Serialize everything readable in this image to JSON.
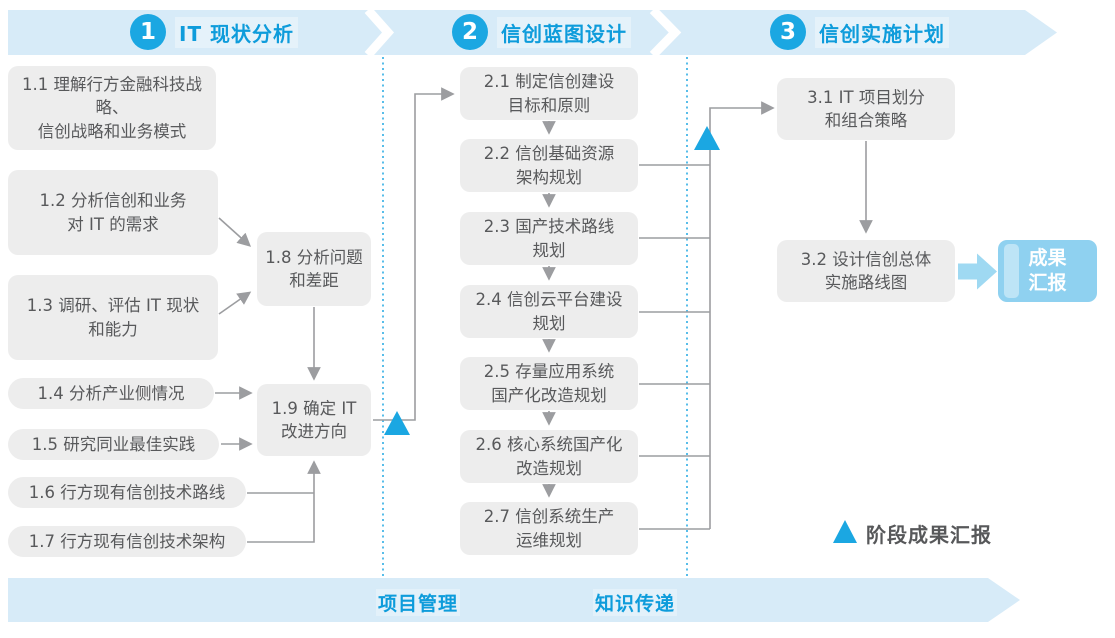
{
  "header": {
    "phases": [
      {
        "number": "1",
        "label": "IT 现状分析"
      },
      {
        "number": "2",
        "label": "信创蓝图设计"
      },
      {
        "number": "3",
        "label": "信创实施计划"
      }
    ]
  },
  "boxes": {
    "b11": {
      "text": "1.1 理解行方金融科技战略、\n信创战略和业务模式"
    },
    "b12": {
      "text": "1.2 分析信创和业务\n对 IT 的需求"
    },
    "b13": {
      "text": "1.3 调研、评估 IT 现状\n和能力"
    },
    "b14": {
      "text": "1.4 分析产业侧情况"
    },
    "b15": {
      "text": "1.5 研究同业最佳实践"
    },
    "b16": {
      "text": "1.6 行方现有信创技术路线"
    },
    "b17": {
      "text": "1.7 行方现有信创技术架构"
    },
    "b18": {
      "text": "1.8 分析问题\n和差距"
    },
    "b19": {
      "text": "1.9 确定 IT\n改进方向"
    },
    "b21": {
      "text": "2.1 制定信创建设\n目标和原则"
    },
    "b22": {
      "text": "2.2 信创基础资源\n架构规划"
    },
    "b23": {
      "text": "2.3 国产技术路线\n规划"
    },
    "b24": {
      "text": "2.4 信创云平台建设\n规划"
    },
    "b25": {
      "text": "2.5 存量应用系统\n国产化改造规划"
    },
    "b26": {
      "text": "2.6 核心系统国产化\n改造规划"
    },
    "b27": {
      "text": "2.7 信创系统生产\n运维规划"
    },
    "b31": {
      "text": "3.1 IT 项目划分\n和组合策略"
    },
    "b32": {
      "text": "3.2 设计信创总体\n实施路线图"
    }
  },
  "result_box": {
    "text": "成果\n汇报"
  },
  "legend": {
    "label": "阶段成果汇报"
  },
  "footer": {
    "items": [
      "项目管理",
      "知识传递"
    ]
  },
  "colors": {
    "banner_bg": "#d7ebf8",
    "accent_blue": "#1ba7e2",
    "phase_text_blue": "#0e9cdb",
    "box_bg": "#ededed",
    "box_text": "#58595b",
    "connector_gray": "#9c9da0",
    "dotted_line_blue": "#45b6e7",
    "result_box_bg": "#8fd1f0",
    "result_stripe": "#bde4f6",
    "block_arrow_blue": "#9fd9f2"
  }
}
